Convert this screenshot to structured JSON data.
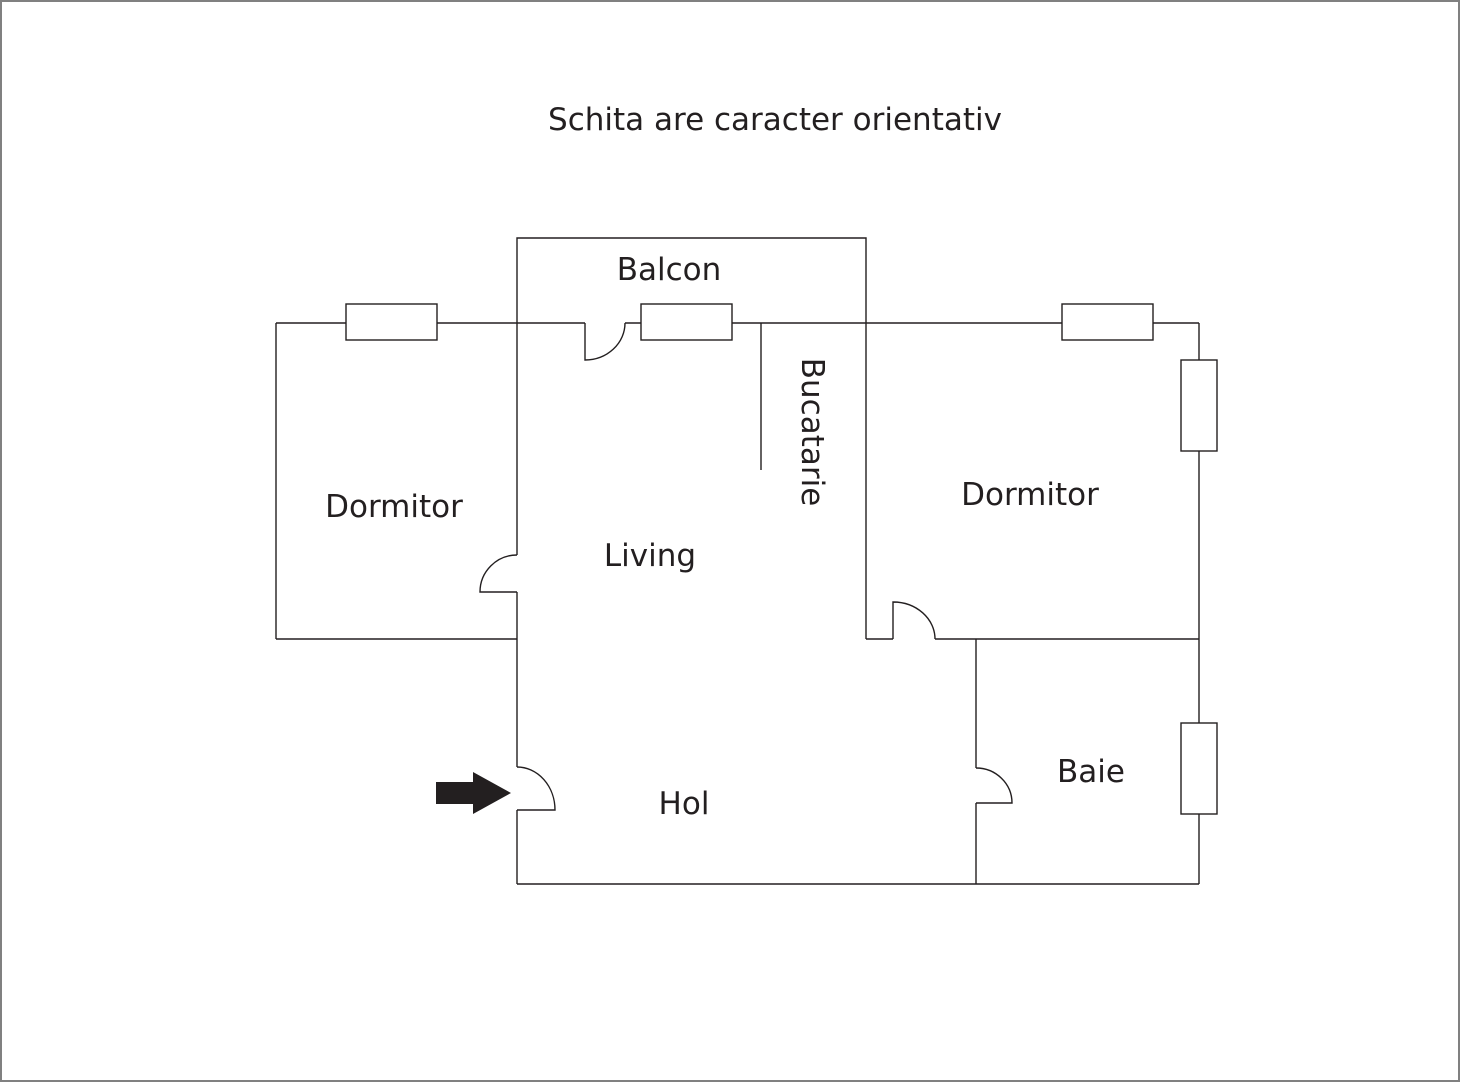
{
  "title": "Schita are caracter orientativ",
  "rooms": {
    "balcon": "Balcon",
    "bucatarie": "Bucatarie",
    "dormitor_left": "Dormitor",
    "dormitor_right": "Dormitor",
    "living": "Living",
    "hol": "Hol",
    "baie": "Baie"
  },
  "colors": {
    "line": "#231f20",
    "border": "#808080",
    "background": "#ffffff"
  }
}
